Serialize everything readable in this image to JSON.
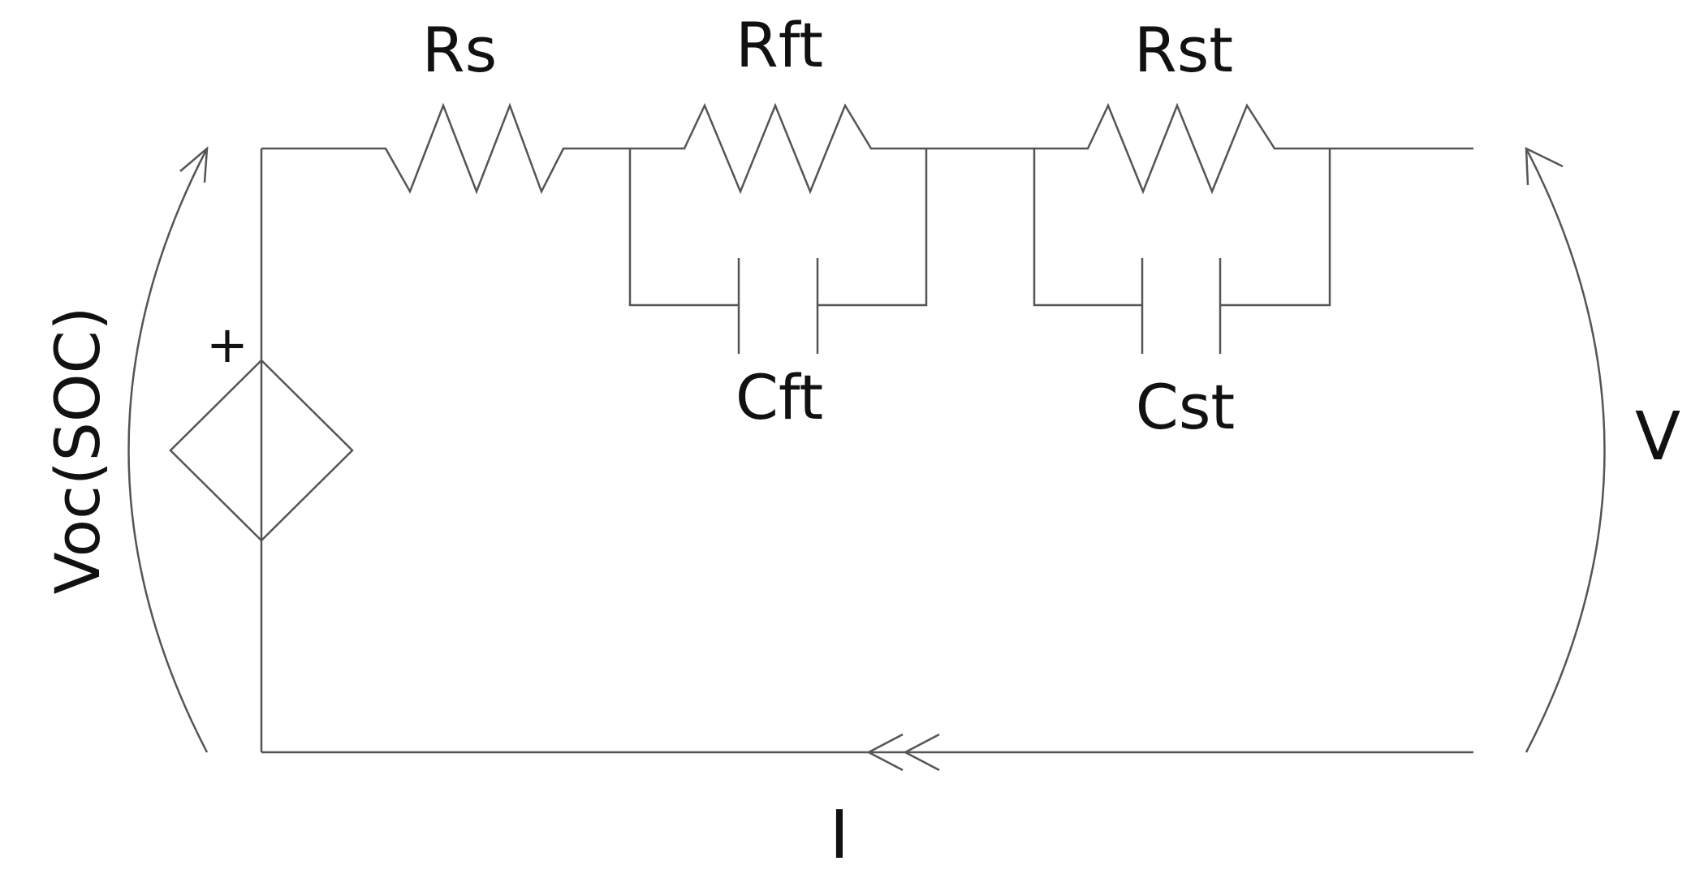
{
  "labels": {
    "rs": "Rs",
    "rft": "Rft",
    "rst": "Rst",
    "cft": "Cft",
    "cst": "Cst",
    "voc": "Voc(SOC)",
    "v": "V",
    "i": "I",
    "plus": "+"
  },
  "colors": {
    "line": "#555555",
    "text": "#111111",
    "background": "#ffffff"
  }
}
